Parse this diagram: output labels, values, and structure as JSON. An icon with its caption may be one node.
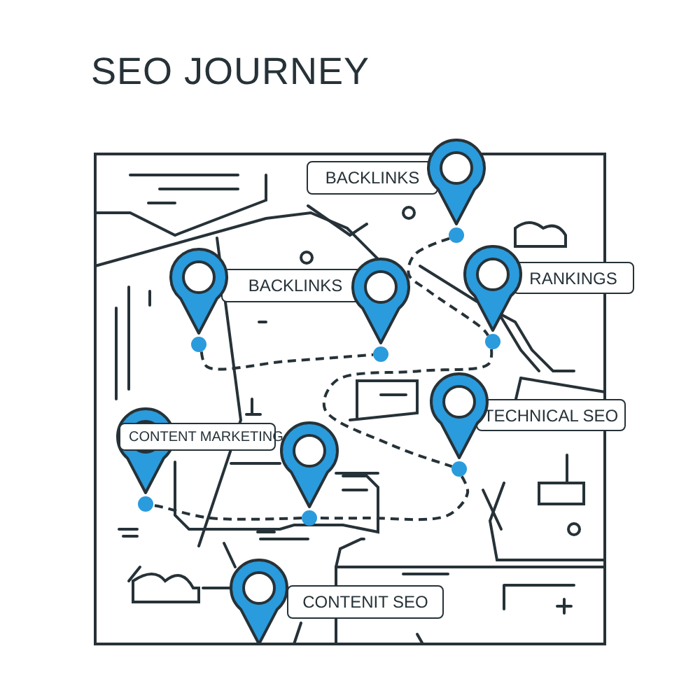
{
  "diagram": {
    "title": "SEO JOURNEY",
    "nodes": [
      {
        "text": [
          "BACKLINKS"
        ]
      },
      {
        "text": [
          "BACKLINKS"
        ]
      },
      {
        "text": [],
        "shape": "pin"
      },
      {
        "text": [
          "RANKINGS"
        ]
      },
      {
        "text": [
          "TECHNICAL SEO"
        ]
      },
      {
        "text": [
          "CONTENT MARKETING"
        ]
      },
      {
        "text": [],
        "shape": "pin"
      },
      {
        "text": [
          "CONTENIT SEO"
        ]
      }
    ],
    "edges": [
      {
        "from": 1,
        "to": 2,
        "arrow": "none",
        "style": "dashed"
      },
      {
        "from": 0,
        "to": 3,
        "arrow": "none",
        "style": "dashed"
      },
      {
        "from": 3,
        "to": 4,
        "arrow": "none",
        "style": "dashed"
      },
      {
        "from": 4,
        "to": 6,
        "arrow": "none",
        "style": "dashed"
      },
      {
        "from": 6,
        "to": 5,
        "arrow": "none",
        "style": "dashed"
      }
    ]
  }
}
